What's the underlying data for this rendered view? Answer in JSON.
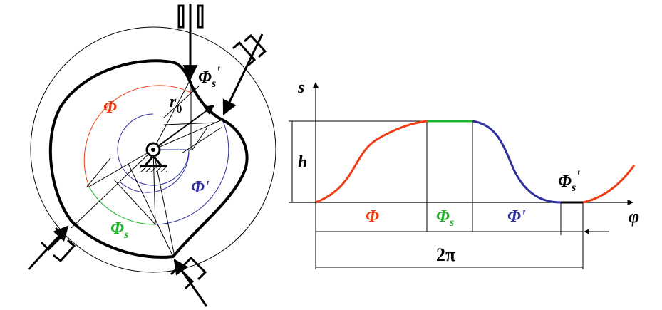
{
  "colors": {
    "ink": "#000000",
    "rise": "#f03c14",
    "dwell": "#1fb42a",
    "return": "#2e2e9e"
  },
  "labels": {
    "phi_rise_cam": "Φ",
    "phi_return_cam": "Φ'",
    "phi_dwell_cam": "Φ",
    "phi_dwell_cam_sub": "s",
    "phi_dwell2_cam": "Φ",
    "phi_dwell2_cam_sub": "s",
    "phi_dwell2_cam_prime": "'",
    "r0_main": "r",
    "r0_sub": "0",
    "s_axis": "s",
    "phi_axis": "φ",
    "h": "h",
    "phi_rise_graph": "Φ",
    "phi_dwell_graph": "Φ",
    "phi_dwell_graph_sub": "s",
    "phi_return_graph": "Φ'",
    "phi_dwell2_graph": "Φ",
    "phi_dwell2_graph_sub": "s",
    "phi_dwell2_graph_prime": "'",
    "two_pi": "2π"
  }
}
